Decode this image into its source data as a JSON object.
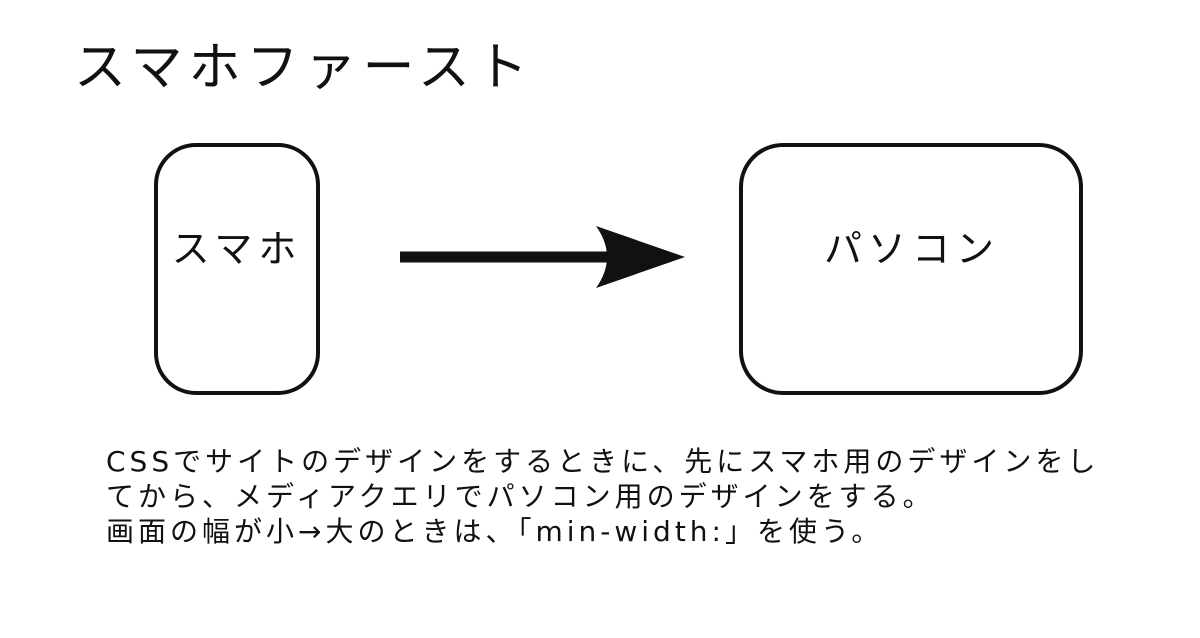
{
  "title": "スマホファースト",
  "diagram": {
    "left_box_label": "スマホ",
    "right_box_label": "パソコン",
    "arrow_direction": "left-to-right",
    "stroke_color": "#111111"
  },
  "description": {
    "paragraph1": "CSSでサイトのデザインをするときに、先にスマホ用のデザインをしてから、メディアクエリでパソコン用のデザインをする。",
    "paragraph2": "画面の幅が小→大のときは、「min-width:」を使う。"
  }
}
